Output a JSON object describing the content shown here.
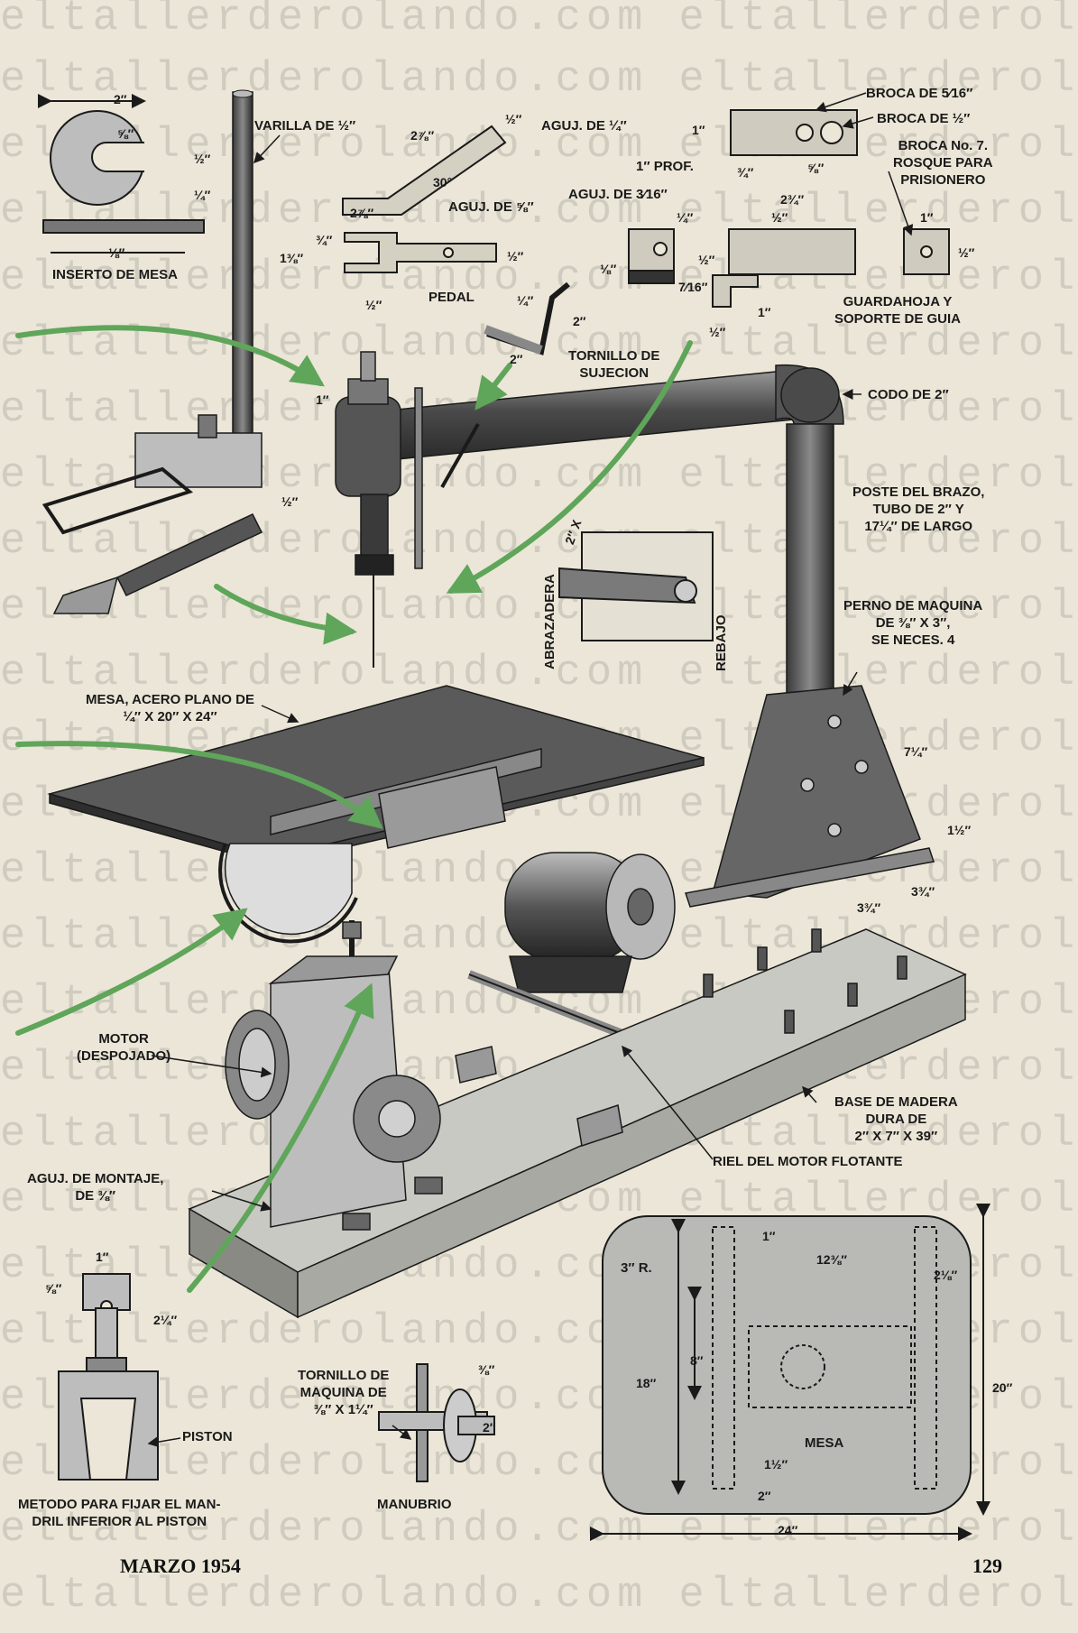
{
  "watermark": "eltallerderolando.com",
  "watermark_row": "eltallerderolando.com  eltallerderolando.com",
  "labels": {
    "varilla": "VARILLA DE ½″",
    "inserto": "INSERTO DE MESA",
    "aguj_14": "AGUJ. DE ¼″",
    "aguj_58": "AGUJ. DE ⅝″",
    "pedal": "PEDAL",
    "broca_516": "BROCA DE 5⁄16″",
    "broca_12": "BROCA DE ½″",
    "broca_7": "BROCA No. 7.\nROSQUE PARA\nPRISIONERO",
    "prof": "1″ PROF.",
    "aguj_316": "AGUJ. DE 3⁄16″",
    "guardahoja": "GUARDAHOJA Y\nSOPORTE DE GUIA",
    "tornillo_sujecion": "TORNILLO DE\nSUJECION",
    "codo": "CODO DE 2″",
    "poste": "POSTE DEL BRAZO,\nTUBO DE 2″ Y\n17¼″ DE LARGO",
    "perno": "PERNO DE MAQUINA\nDE ⅜″ X 3″,\nSE NECES. 4",
    "abrazadera": "ABRAZADERA",
    "rebajo": "REBAJO",
    "mesa_acero": "MESA, ACERO PLANO DE\n¼″ X 20″ X 24″",
    "motor": "MOTOR\n(DESPOJADO)",
    "base": "BASE DE MADERA\nDURA DE\n2″ X 7″ X 39″",
    "riel": "RIEL DEL MOTOR FLOTANTE",
    "aguj_montaje": "AGUJ. DE MONTAJE,\nDE ⅜″",
    "piston": "PISTON",
    "metodo": "METODO PARA FIJAR EL MAN-\nDRIL INFERIOR AL PISTON",
    "tornillo_maquina": "TORNILLO DE\nMAQUINA DE\n⅜″ X 1¼″",
    "manubrio": "MANUBRIO",
    "mesa": "MESA",
    "r3": "3″ R."
  },
  "dims": {
    "d2": "2″",
    "d58": "⅝″",
    "d12": "½″",
    "d14": "¼″",
    "d18": "⅛″",
    "d278": "2⅞″",
    "d30": "30°",
    "d34": "¾″",
    "d138": "1⅜″",
    "d1": "1″",
    "d234": "2¾″",
    "d716": "7⁄16″",
    "d712": "7¼″",
    "d112": "1½″",
    "d334": "3¾″",
    "d1238": "12⅜″",
    "d218": "2⅛″",
    "d8": "8″",
    "d18in": "18″",
    "d20": "20″",
    "d24": "24″",
    "d214": "2¼″",
    "d38": "⅜″",
    "d2x": "2″ X"
  },
  "footer": {
    "month_year": "MARZO 1954",
    "page_number": "129"
  },
  "colors": {
    "paper": "#ebe6d7",
    "ink": "#1a1a1a",
    "green_arrow": "#5fa55a",
    "metal": "#6c6c6c",
    "wood": "#c9c9c4"
  }
}
